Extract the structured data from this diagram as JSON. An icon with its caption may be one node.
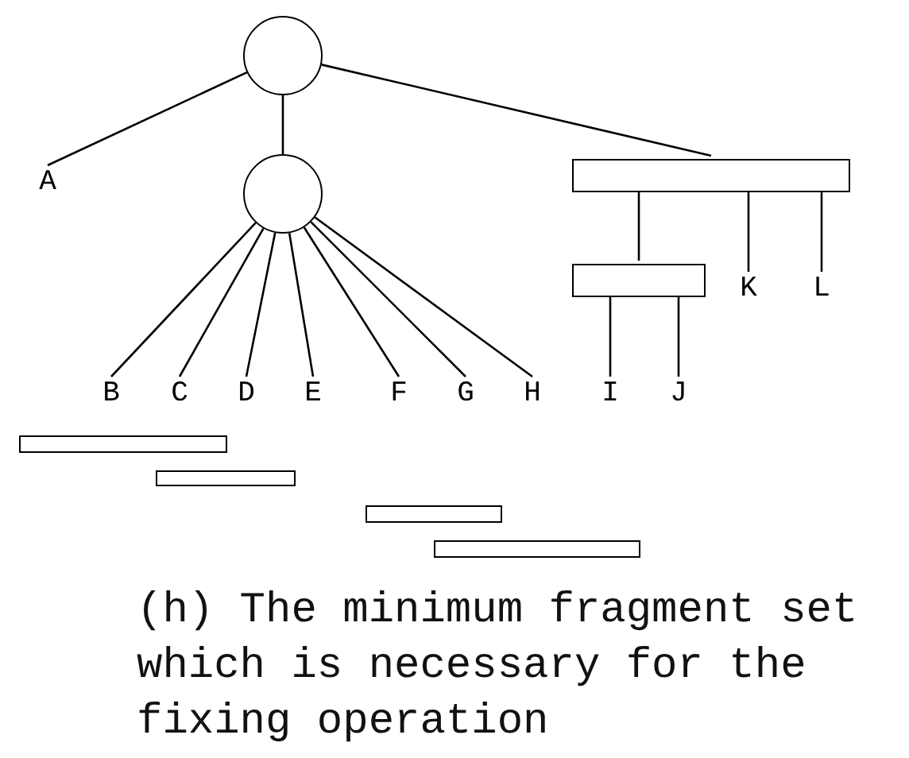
{
  "diagram": {
    "caption": "(h) The minimum fragment set which is necessary for the fixing operation",
    "nodes": [
      {
        "text": [],
        "shape": "circle"
      },
      {
        "text": [
          "A"
        ]
      },
      {
        "text": [],
        "shape": "circle"
      },
      {
        "text": [],
        "shape": "bar"
      },
      {
        "text": [],
        "shape": "bar"
      },
      {
        "text": [
          "K"
        ]
      },
      {
        "text": [
          "L"
        ]
      },
      {
        "text": [
          "B"
        ]
      },
      {
        "text": [
          "C"
        ]
      },
      {
        "text": [
          "D"
        ]
      },
      {
        "text": [
          "E"
        ]
      },
      {
        "text": [
          "F"
        ]
      },
      {
        "text": [
          "G"
        ]
      },
      {
        "text": [
          "H"
        ]
      },
      {
        "text": [
          "I"
        ]
      },
      {
        "text": [
          "J"
        ]
      },
      {
        "text": [],
        "shape": "bar"
      },
      {
        "text": [],
        "shape": "bar"
      },
      {
        "text": [],
        "shape": "bar"
      },
      {
        "text": [],
        "shape": "bar"
      }
    ],
    "edges": [
      {
        "from": 0,
        "to": 1,
        "arrow": "none"
      },
      {
        "from": 0,
        "to": 2,
        "arrow": "none"
      },
      {
        "from": 0,
        "to": 3,
        "arrow": "none"
      },
      {
        "from": 2,
        "to": 7,
        "arrow": "none"
      },
      {
        "from": 2,
        "to": 8,
        "arrow": "none"
      },
      {
        "from": 2,
        "to": 9,
        "arrow": "none"
      },
      {
        "from": 2,
        "to": 10,
        "arrow": "none"
      },
      {
        "from": 2,
        "to": 11,
        "arrow": "none"
      },
      {
        "from": 2,
        "to": 12,
        "arrow": "none"
      },
      {
        "from": 2,
        "to": 13,
        "arrow": "none"
      },
      {
        "from": 3,
        "to": 4,
        "arrow": "none"
      },
      {
        "from": 3,
        "to": 5,
        "arrow": "none"
      },
      {
        "from": 3,
        "to": 6,
        "arrow": "none"
      },
      {
        "from": 4,
        "to": 14,
        "arrow": "none"
      },
      {
        "from": 4,
        "to": 15,
        "arrow": "none"
      }
    ]
  }
}
